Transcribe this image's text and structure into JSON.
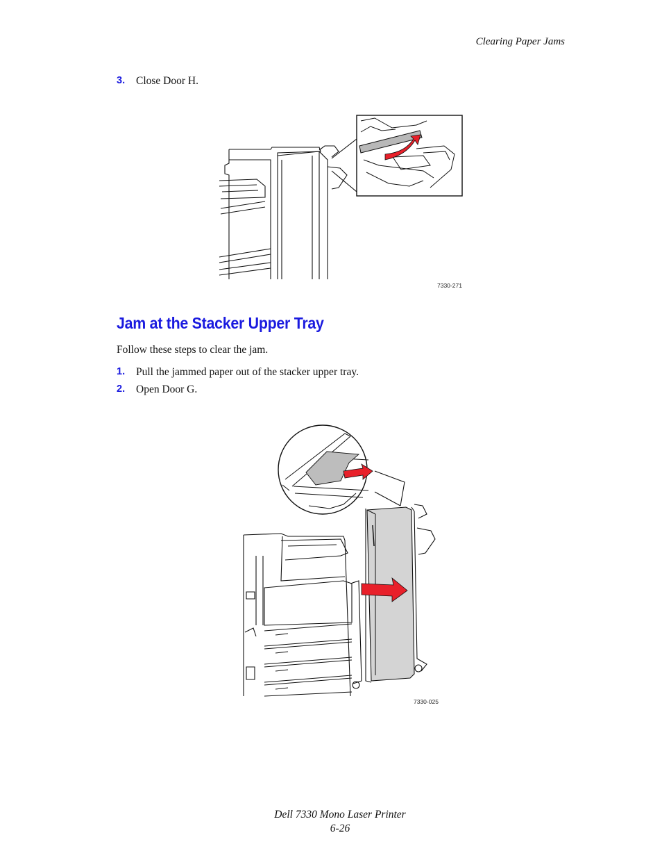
{
  "header": {
    "section_title": "Clearing Paper Jams"
  },
  "step_close": {
    "number": "3.",
    "text": "Close Door H."
  },
  "figure1": {
    "code": "7330-271"
  },
  "section": {
    "heading": "Jam at the Stacker Upper Tray",
    "intro": "Follow these steps to clear the jam.",
    "steps": [
      {
        "number": "1.",
        "text": "Pull the jammed paper out of the stacker upper tray."
      },
      {
        "number": "2.",
        "text": "Open Door G."
      }
    ]
  },
  "figure2": {
    "code": "7330-025"
  },
  "footer": {
    "product": "Dell 7330 Mono Laser Printer",
    "page": "6-26"
  },
  "colors": {
    "accent_blue": "#1a1adf",
    "arrow_red": "#e8202a",
    "panel_gray": "#d4d4d4"
  }
}
